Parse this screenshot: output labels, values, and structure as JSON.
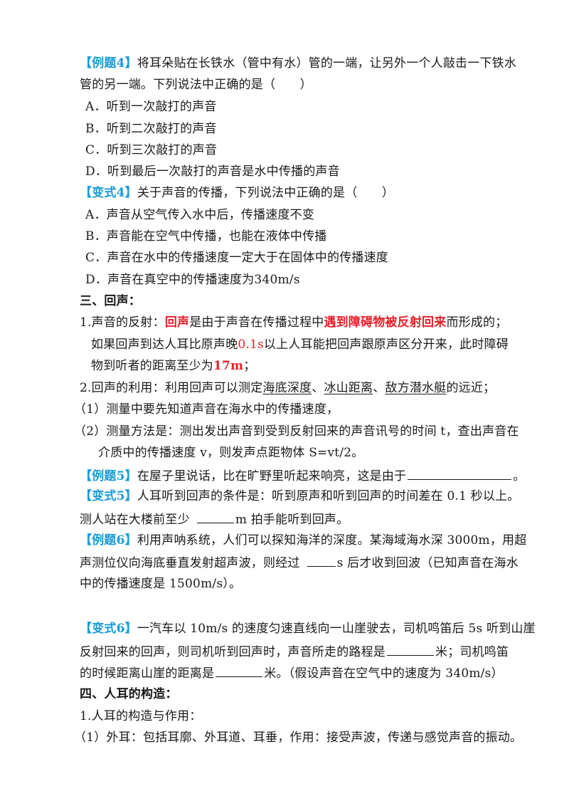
{
  "ex4": {
    "tag": "【例题4】",
    "l1": "将耳朵贴在长铁水（管中有水）管的一端，让另外一个人敲击一下铁水",
    "l2": "管的另一端。下列说法中正确的是（　　）",
    "a": "A．听到一次敲打的声音",
    "b": "B．听到二次敲打的声音",
    "c": "C．听到三次敲打的声音",
    "d": "D．听到最后一次敲打的声音是水中传播的声音"
  },
  "var4": {
    "tag": "【变式4】",
    "l1": "关于声音的传播，下列说法中正确的是（　　）",
    "a": "A．声音从空气传入水中后，传播速度不变",
    "b": "B．声音能在空气中传播，也能在液体中传播",
    "c": "C．声音在水中的传播速度一定大于在固体中的传播速度",
    "d": "D．声音在真空中的传播速度为340m/s"
  },
  "sec3": {
    "title": "三、回声：",
    "r1_pre": "1.声音的反射：",
    "r1_key": "回声",
    "r1_mid": "是由于声音在传播过程中",
    "r1_key2": "遇到障碍物被反射回来",
    "r1_post": "而形成的；",
    "r2_pre": "如果回声到达人耳比原声晚",
    "r2_val": "0.1s",
    "r2_post": "以上人耳能把回声跟原声区分开来，此时障碍",
    "r3_pre": "物到听者的距离至少为",
    "r3_val": "17m",
    "r3_post": "；",
    "u1_pre": "2.回声的利用：利用回声可以测定",
    "u1_a": "海底深度",
    "u1_sep1": "、",
    "u1_b": "冰山距离",
    "u1_sep2": "、",
    "u1_c": "敌方潜水艇",
    "u1_post": "的远近；",
    "u2": "（1）测量中要先知道声音在海水中的传播速度，",
    "u3": "（2）测量方法是：测出发出声音到受到反射回来的声音讯号的时间 t，查出声音在",
    "u4": "介质中的传播速度 v，则发声点距物体 S=vt/2。"
  },
  "ex5": {
    "tag": "【例题5】",
    "l1": "在屋子里说话，比在旷野里听起来响亮，这是由于",
    "l1_end": "。"
  },
  "var5": {
    "tag": "【变式5】",
    "l1": "人耳听到回声的条件是：听到原声和听到回声的时间差在 0.1 秒以上。",
    "l2_pre": "测人站在大楼前至少",
    "l2_post": "m 拍手能听到回声。"
  },
  "ex6": {
    "tag": "【例题6】",
    "l1": "利用声呐系统，人们可以探知海洋的深度。某海域海水深 3000m，用超",
    "l2_pre": "声测位仪向海底垂直发射超声波，则经过",
    "l2_post": "s 后才收到回波（已知声音在海水",
    "l3": "中的传播速度是 1500m/s）。"
  },
  "var6": {
    "tag": "【变式6】",
    "l1": "一汽车以 10m/s 的速度匀速直线向一山崖驶去，司机鸣笛后 5s 听到山崖",
    "l2_pre": "反射回来的回声，则司机听到回声时，声音所走的路程是",
    "l2_post": "米；司机鸣笛",
    "l3_pre": "的时候距离山崖的距离是",
    "l3_post": "米。（假设声音在空气中的速度为 340m/s）"
  },
  "sec4": {
    "title": "四、人耳的构造：",
    "l1": "1.人耳的构造与作用：",
    "l2": "（1）外耳：包括耳廓、外耳道、耳垂，作用：接受声波，传递与感觉声音的振动。"
  }
}
